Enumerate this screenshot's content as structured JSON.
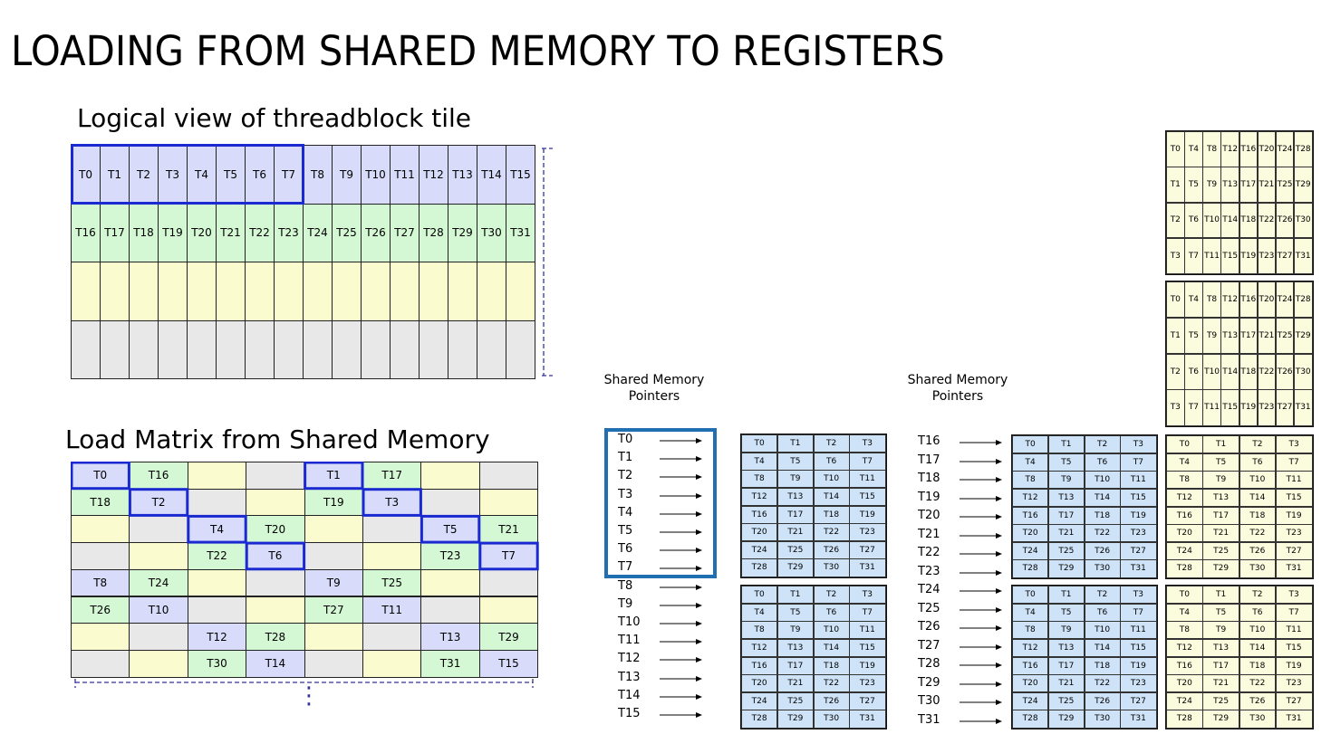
{
  "title": "LOADING FROM SHARED MEMORY TO REGISTERS",
  "logical": {
    "label": "Logical view of threadblock tile",
    "rows": [
      [
        "T0",
        "T1",
        "T2",
        "T3",
        "T4",
        "T5",
        "T6",
        "T7",
        "T8",
        "T9",
        "T10",
        "T11",
        "T12",
        "T13",
        "T14",
        "T15"
      ],
      [
        "T16",
        "T17",
        "T18",
        "T19",
        "T20",
        "T21",
        "T22",
        "T23",
        "T24",
        "T25",
        "T26",
        "T27",
        "T28",
        "T29",
        "T30",
        "T31"
      ],
      [
        "",
        "",
        "",
        "",
        "",
        "",
        "",
        "",
        "",
        "",
        "",
        "",
        "",
        "",
        "",
        ""
      ],
      [
        "",
        "",
        "",
        "",
        "",
        "",
        "",
        "",
        "",
        "",
        "",
        "",
        "",
        "",
        "",
        ""
      ]
    ],
    "row_colors": [
      "#d8dcfa",
      "#d4f7d4",
      "#fbfbd0",
      "#e8e8e8"
    ]
  },
  "loadmat": {
    "label": "Load Matrix from Shared Memory",
    "colors": {
      "b": "#d8dcfa",
      "g": "#d4f7d4",
      "y": "#fbfbd0",
      "e": "#e8e8e8"
    },
    "rows": [
      [
        [
          "T0",
          "b"
        ],
        [
          "T16",
          "g"
        ],
        [
          "",
          "y"
        ],
        [
          "",
          "e"
        ],
        [
          "T1",
          "b"
        ],
        [
          "T17",
          "g"
        ],
        [
          "",
          "y"
        ],
        [
          "",
          "e"
        ]
      ],
      [
        [
          "T18",
          "g"
        ],
        [
          "T2",
          "b"
        ],
        [
          "",
          "e"
        ],
        [
          "",
          "y"
        ],
        [
          "T19",
          "g"
        ],
        [
          "T3",
          "b"
        ],
        [
          "",
          "e"
        ],
        [
          "",
          "y"
        ]
      ],
      [
        [
          "",
          "y"
        ],
        [
          "",
          "e"
        ],
        [
          "T4",
          "b"
        ],
        [
          "T20",
          "g"
        ],
        [
          "",
          "y"
        ],
        [
          "",
          "e"
        ],
        [
          "T5",
          "b"
        ],
        [
          "T21",
          "g"
        ]
      ],
      [
        [
          "",
          "e"
        ],
        [
          "",
          "y"
        ],
        [
          "T22",
          "g"
        ],
        [
          "T6",
          "b"
        ],
        [
          "",
          "e"
        ],
        [
          "",
          "y"
        ],
        [
          "T23",
          "g"
        ],
        [
          "T7",
          "b"
        ]
      ],
      [
        [
          "T8",
          "b"
        ],
        [
          "T24",
          "g"
        ],
        [
          "",
          "y"
        ],
        [
          "",
          "e"
        ],
        [
          "T9",
          "b"
        ],
        [
          "T25",
          "g"
        ],
        [
          "",
          "y"
        ],
        [
          "",
          "e"
        ]
      ],
      [
        [
          "T26",
          "g"
        ],
        [
          "T10",
          "b"
        ],
        [
          "",
          "e"
        ],
        [
          "",
          "y"
        ],
        [
          "T27",
          "g"
        ],
        [
          "T11",
          "b"
        ],
        [
          "",
          "e"
        ],
        [
          "",
          "y"
        ]
      ],
      [
        [
          "",
          "y"
        ],
        [
          "",
          "e"
        ],
        [
          "T12",
          "b"
        ],
        [
          "T28",
          "g"
        ],
        [
          "",
          "y"
        ],
        [
          "",
          "e"
        ],
        [
          "T13",
          "b"
        ],
        [
          "T29",
          "g"
        ]
      ],
      [
        [
          "",
          "e"
        ],
        [
          "",
          "y"
        ],
        [
          "T30",
          "g"
        ],
        [
          "T14",
          "b"
        ],
        [
          "",
          "e"
        ],
        [
          "",
          "y"
        ],
        [
          "T31",
          "g"
        ],
        [
          "T15",
          "b"
        ]
      ]
    ],
    "ellipsis": "⋮"
  },
  "pointers_left": {
    "header_line1": "Shared Memory",
    "header_line2": "Pointers",
    "items": [
      "T0",
      "T1",
      "T2",
      "T3",
      "T4",
      "T5",
      "T6",
      "T7",
      "T8",
      "T9",
      "T10",
      "T11",
      "T12",
      "T13",
      "T14",
      "T15"
    ]
  },
  "pointers_right": {
    "header_line1": "Shared Memory",
    "header_line2": "Pointers",
    "items": [
      "T16",
      "T17",
      "T18",
      "T19",
      "T20",
      "T21",
      "T22",
      "T23",
      "T24",
      "T25",
      "T26",
      "T27",
      "T28",
      "T29",
      "T30",
      "T31"
    ]
  },
  "blue_table": {
    "rows": [
      [
        "T0",
        "T1",
        "T2",
        "T3"
      ],
      [
        "T4",
        "T5",
        "T6",
        "T7"
      ],
      [
        "T8",
        "T9",
        "T10",
        "T11"
      ],
      [
        "T12",
        "T13",
        "T14",
        "T15"
      ],
      [
        "T16",
        "T17",
        "T18",
        "T19"
      ],
      [
        "T20",
        "T21",
        "T22",
        "T23"
      ],
      [
        "T24",
        "T25",
        "T26",
        "T27"
      ],
      [
        "T28",
        "T29",
        "T30",
        "T31"
      ]
    ],
    "color": "#cfe3f8"
  },
  "yellow_table": {
    "rows": [
      [
        "T0",
        "T1",
        "T2",
        "T3"
      ],
      [
        "T4",
        "T5",
        "T6",
        "T7"
      ],
      [
        "T8",
        "T9",
        "T10",
        "T11"
      ],
      [
        "T12",
        "T13",
        "T14",
        "T15"
      ],
      [
        "T16",
        "T17",
        "T18",
        "T19"
      ],
      [
        "T20",
        "T21",
        "T22",
        "T23"
      ],
      [
        "T24",
        "T25",
        "T26",
        "T27"
      ],
      [
        "T28",
        "T29",
        "T30",
        "T31"
      ]
    ],
    "color": "#fbfbdd"
  },
  "transposed_table": {
    "rows": [
      [
        "T0",
        "T4",
        "T8",
        "T12",
        "T16",
        "T20",
        "T24",
        "T28"
      ],
      [
        "T1",
        "T5",
        "T9",
        "T13",
        "T17",
        "T21",
        "T25",
        "T29"
      ],
      [
        "T2",
        "T6",
        "T10",
        "T14",
        "T18",
        "T22",
        "T26",
        "T30"
      ],
      [
        "T3",
        "T7",
        "T11",
        "T15",
        "T19",
        "T23",
        "T27",
        "T31"
      ]
    ],
    "color": "#fbfbdd"
  }
}
